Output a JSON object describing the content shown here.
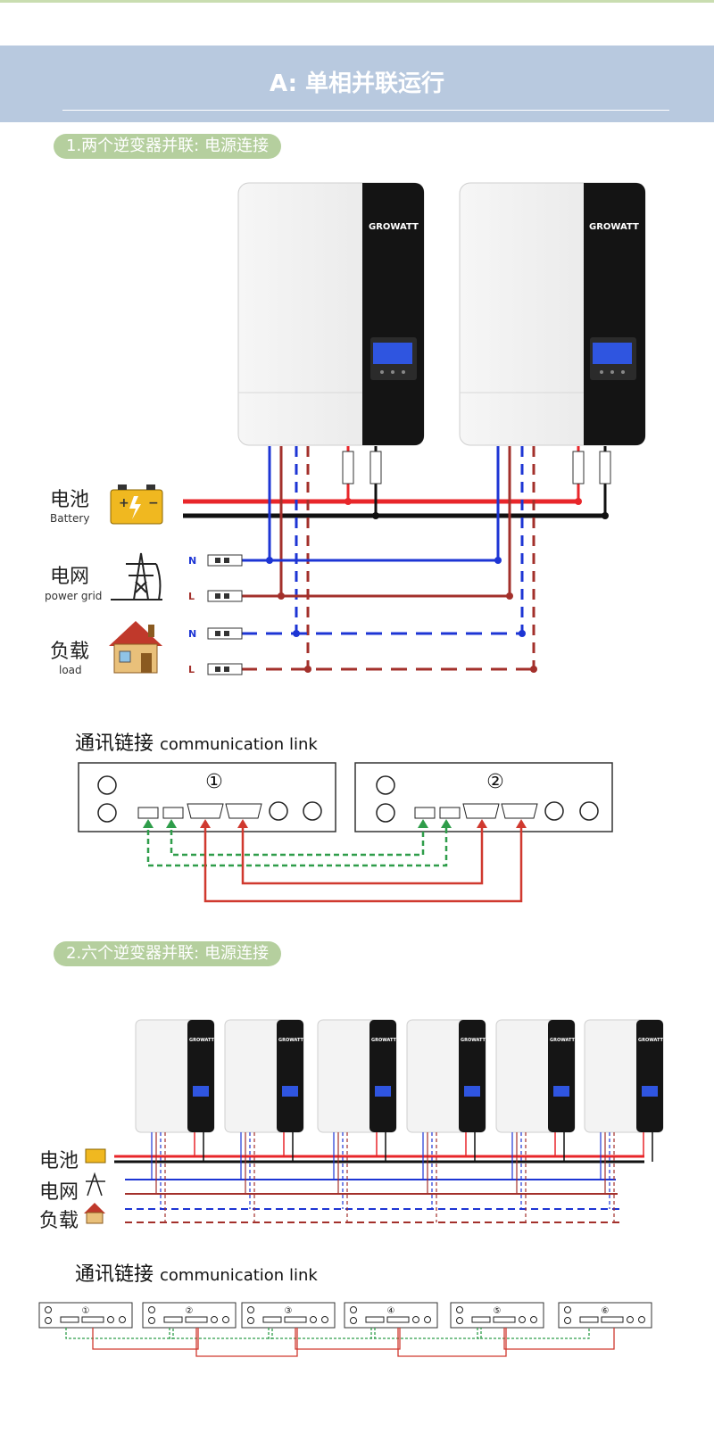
{
  "header": {
    "title": "A: 单相并联运行"
  },
  "section1": {
    "title": "1.两个逆变器并联: 电源连接",
    "brand": "GROWATT",
    "battery_zh": "电池",
    "battery_en": "Battery",
    "grid_zh": "电网",
    "grid_en": "power grid",
    "load_zh": "负载",
    "load_en": "load",
    "n_label": "N",
    "l_label": "L"
  },
  "comm1": {
    "title_zh": "通讯链接",
    "title_en": "communication link",
    "unit1": "①",
    "unit2": "②"
  },
  "section2": {
    "title": "2.六个逆变器并联: 电源连接",
    "brand": "GROWATT",
    "battery_zh": "电池",
    "grid_zh": "电网",
    "load_zh": "负载"
  },
  "comm2": {
    "title_zh": "通讯链接",
    "title_en": "communication link",
    "units": [
      "①",
      "②",
      "③",
      "④",
      "⑤",
      "⑥"
    ]
  },
  "colors": {
    "banner": "#b8c9df",
    "pill": "#b5cf9e",
    "battery_pos": "#e8262a",
    "battery_neg": "#111111",
    "neutral": "#1d35d4",
    "live": "#a3302b",
    "comm_green": "#2f9d4a",
    "comm_red": "#d0392f"
  }
}
